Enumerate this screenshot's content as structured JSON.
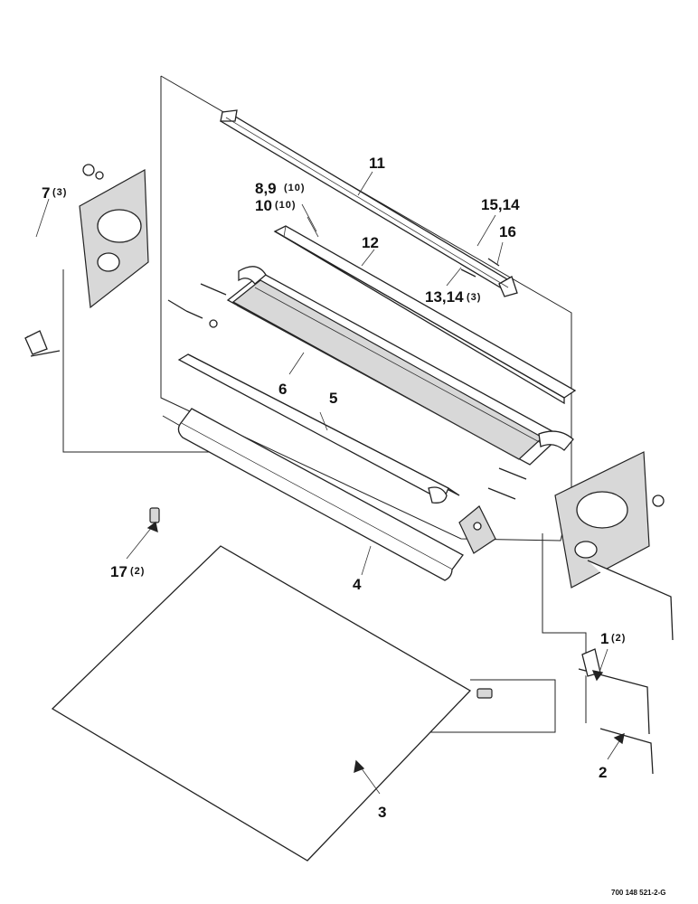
{
  "callouts": {
    "c11": "11",
    "c8_9": "8,9",
    "c8_9_qty": "(10)",
    "c10": "10",
    "c10_qty": "(10)",
    "c15_14": "15,14",
    "c16": "16",
    "c12": "12",
    "c13_14": "13,14",
    "c13_14_qty": "(3)",
    "c7": "7",
    "c7_qty": "(3)",
    "c6": "6",
    "c5": "5",
    "c4": "4",
    "c17": "17",
    "c17_qty": "(2)",
    "c1": "1",
    "c1_qty": "(2)",
    "c2": "2",
    "c3": "3"
  },
  "drawing_code": "700 148 521-2-G"
}
